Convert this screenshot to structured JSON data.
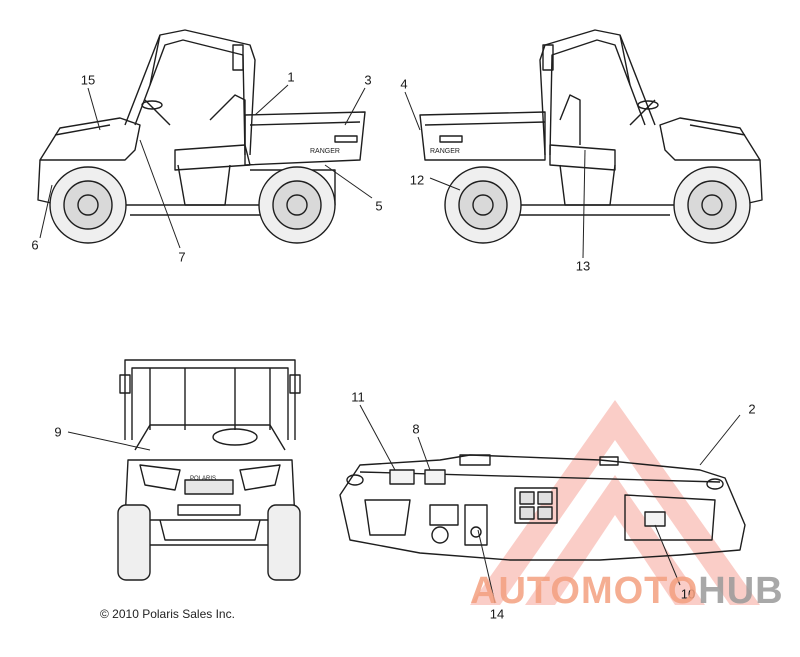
{
  "callouts": {
    "c1": "1",
    "c2": "2",
    "c3": "3",
    "c4": "4",
    "c5": "5",
    "c6": "6",
    "c7": "7",
    "c8": "8",
    "c9": "9",
    "c10": "10",
    "c11": "11",
    "c12": "12",
    "c13": "13",
    "c14": "14",
    "c15": "15"
  },
  "copyright": "© 2010 Polaris Sales Inc.",
  "watermark": {
    "part1": "AUTOMOTO",
    "part2": "HUB",
    "color_primary": "#f28070",
    "color_secondary": "#9a9a9a"
  },
  "colors": {
    "line": "#1e1e1e",
    "wheel_fill": "#d9d9d9",
    "leader": "#222222"
  }
}
